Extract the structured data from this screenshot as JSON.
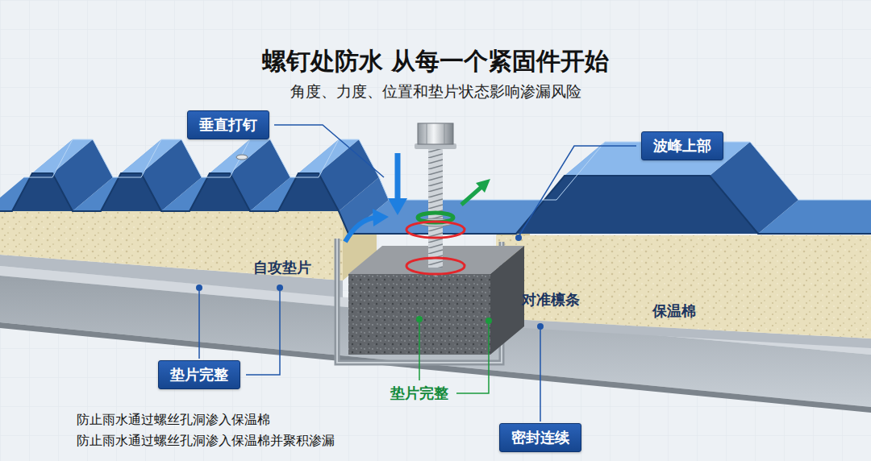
{
  "diagram": {
    "title": "螺钉处防水 从每一个紧固件开始",
    "nodes": [
      {
        "text": [
          "垂直打钉"
        ]
      },
      {
        "text": [
          "波峰上部"
        ]
      },
      {
        "text": [
          "垫片完整"
        ]
      },
      {
        "text": [
          "密封连续"
        ]
      }
    ],
    "labels": [
      "角度、力度、位置和垫片状态影响渗漏风险",
      "自攻垫片",
      "对准檩条",
      "保温棉",
      "垫片完整",
      "防止雨水通过螺丝孔洞渗入保温棉",
      "防止雨水通过螺丝孔洞渗入保温棉并聚积渗漏"
    ]
  }
}
